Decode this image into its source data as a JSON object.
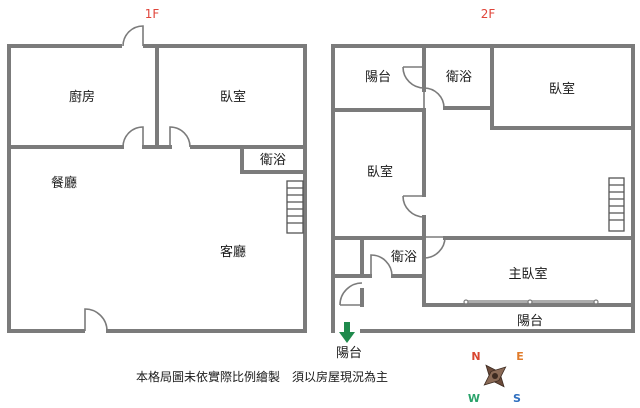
{
  "floors": {
    "first": {
      "label": "1F",
      "rooms": {
        "kitchen": "廚房",
        "bedroom": "臥室",
        "bathroom": "衛浴",
        "dining": "餐廳",
        "living": "客廳"
      }
    },
    "second": {
      "label": "2F",
      "rooms": {
        "balcony_top": "陽台",
        "bathroom_top": "衛浴",
        "bedroom_right": "臥室",
        "bedroom_left": "臥室",
        "bathroom_mid": "衛浴",
        "master_bedroom": "主臥室",
        "balcony_bottom": "陽台",
        "balcony_entry": "陽台"
      }
    }
  },
  "note": "本格局圖未依實際比例繪製　須以房屋現況為主",
  "compass": {
    "north": "N",
    "east": "E",
    "south": "S",
    "west": "W"
  },
  "colors": {
    "wall": "#7b7b7b",
    "floor_label": "#e0453a",
    "arrow": "#1f8a4c",
    "north": "#d8452f",
    "east": "#e07b2a",
    "south": "#2f6fbf",
    "west": "#2aa36b"
  }
}
